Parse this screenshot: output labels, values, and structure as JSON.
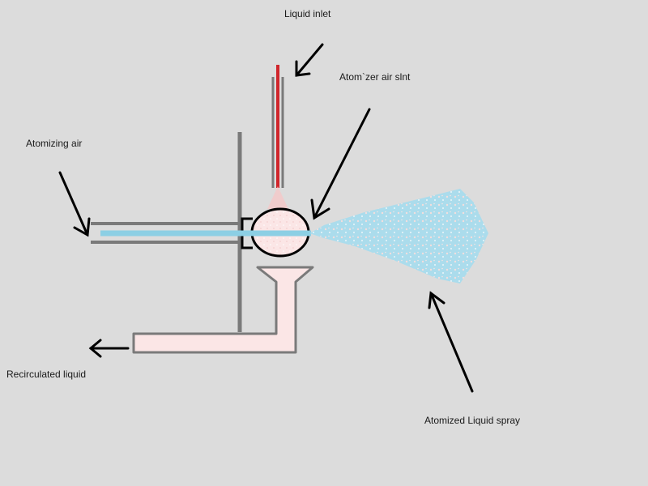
{
  "labels": {
    "liquid_inlet": "Liquid inlet",
    "atomizer_air_slot": "Atom`zer air slnt",
    "atomizing_air": "Atomizing air",
    "recirculated_liquid": "Recirculated liquid",
    "atomized_liquid_spray": "Atomized Liquid spray"
  },
  "colors": {
    "background": "#dcdcdc",
    "pipe_gray": "#7a7a7a",
    "liquid_red": "#d0262c",
    "air_blue": "#8ccfe4",
    "spray_blue": "#a8dced",
    "liquid_pink": "#fbe6e6",
    "arrow_black": "#000000"
  }
}
